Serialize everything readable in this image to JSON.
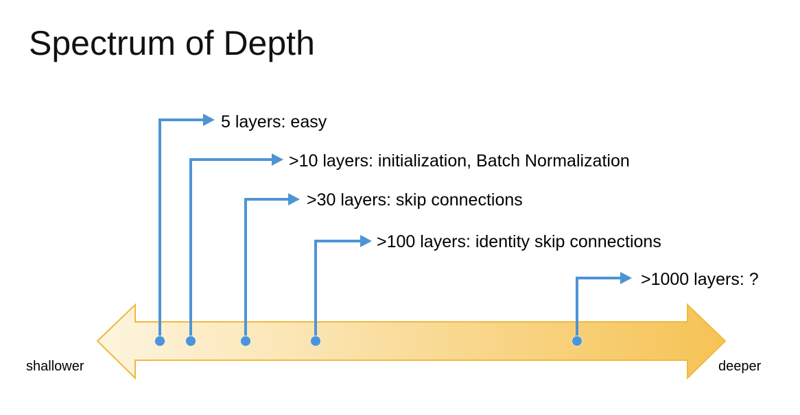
{
  "slide": {
    "title": "Spectrum of Depth",
    "colors": {
      "accent_blue": "#4E94D4",
      "arrow_fill_start": "#FDF5DF",
      "arrow_fill_end": "#F6C355",
      "arrow_stroke": "#F0B83C"
    },
    "axis": {
      "left_label": "shallower",
      "right_label": "deeper"
    },
    "annotations": [
      {
        "label": "5 layers: easy"
      },
      {
        "label": ">10 layers: initialization, Batch Normalization"
      },
      {
        "label": ">30 layers: skip connections"
      },
      {
        "label": ">100 layers: identity skip connections"
      },
      {
        "label": ">1000 layers: ?"
      }
    ]
  }
}
